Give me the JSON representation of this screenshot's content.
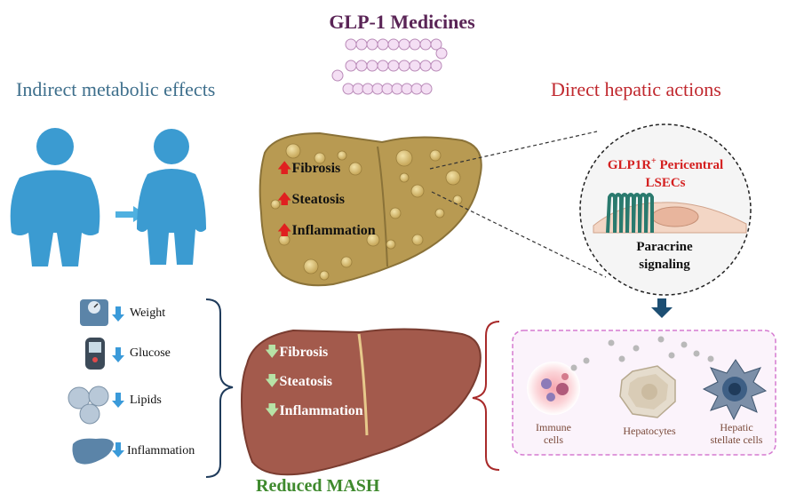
{
  "title": "GLP-1 Medicines",
  "left_header": "Indirect metabolic effects",
  "right_header": "Direct hepatic actions",
  "upper_liver": {
    "items": [
      "Fibrosis",
      "Steatosis",
      "Inflammation"
    ]
  },
  "lower_liver": {
    "items": [
      "Fibrosis",
      "Steatosis",
      "Inflammation"
    ],
    "caption": "Reduced MASH"
  },
  "metabolic_list": [
    "Weight",
    "Glucose",
    "Lipids",
    "Inflammation"
  ],
  "zoom_circle": {
    "title_part1": "GLP1R",
    "title_sup": "+",
    "title_part2": " Pericentral",
    "title_line2": "LSECs",
    "subtitle_line1": "Paracrine",
    "subtitle_line2": "signaling"
  },
  "cells": {
    "immune_line1": "Immune",
    "immune_line2": "cells",
    "hepatocytes": "Hepatocytes",
    "stellate_line1": "Hepatic",
    "stellate_line2": "stellate cells"
  },
  "colors": {
    "title": "#5a2456",
    "left_header": "#3e6f8c",
    "right_header": "#c0282e",
    "up_arrow": "#e02020",
    "down_arrow_blue": "#3a9ad9",
    "down_arrow_green": "#b7e3a6",
    "diseased_liver": "#b89a52",
    "healthy_liver": "#a35a4c",
    "person": "#3b9bd1",
    "caption": "#3f8a2e"
  }
}
